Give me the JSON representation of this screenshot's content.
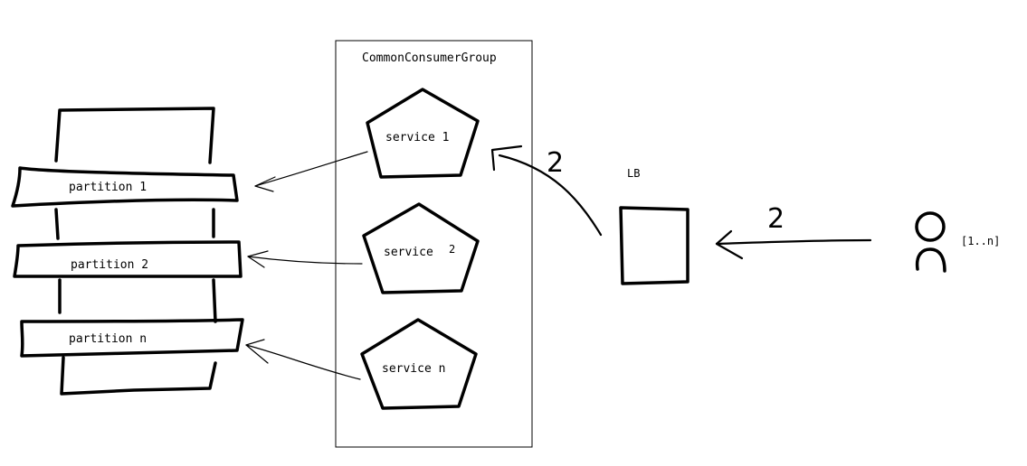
{
  "consumer_group": {
    "title": "CommonConsumerGroup"
  },
  "services": [
    {
      "label": "service 1"
    },
    {
      "label": "service",
      "superscript": "2"
    },
    {
      "label": "service n"
    }
  ],
  "partitions": [
    {
      "label": "partition 1"
    },
    {
      "label": "partition 2"
    },
    {
      "label": "partition n"
    }
  ],
  "load_balancer": {
    "label": "LB"
  },
  "client": {
    "label": "[1..n]"
  },
  "arrow_labels": {
    "lb_to_service": "2",
    "client_to_lb": "2"
  }
}
